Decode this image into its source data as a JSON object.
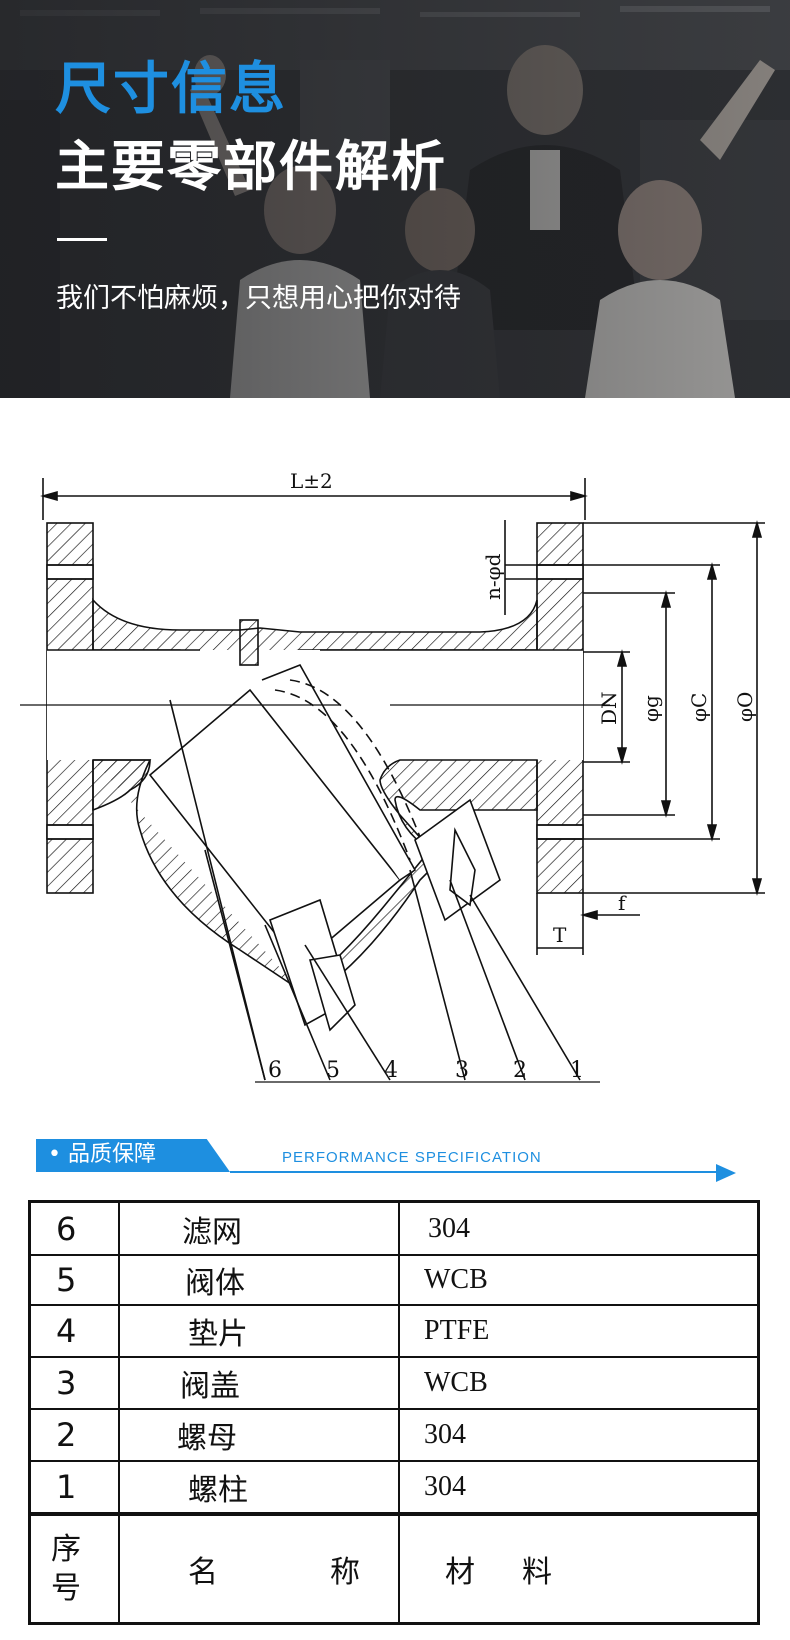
{
  "banner": {
    "title_blue": "尺寸信息",
    "title_white": "主要零部件解析",
    "subtitle": "我们不怕麻烦，只想用心把你对待"
  },
  "drawing": {
    "dim_length": "L±2",
    "dim_bolt_holes": "n-φd",
    "dim_dn": "DN",
    "dim_g": "φg",
    "dim_c": "φC",
    "dim_o": "φO",
    "dim_f": "f",
    "dim_t": "T",
    "part_labels": [
      "6",
      "5",
      "4",
      "3",
      "2",
      "1"
    ]
  },
  "section": {
    "badge": "• 品质保障",
    "english": "PERFORMANCE SPECIFICATION"
  },
  "parts_table": {
    "rows": [
      {
        "no": "6",
        "name": "滤网",
        "material": "304"
      },
      {
        "no": "5",
        "name": "阀体",
        "material": "WCB"
      },
      {
        "no": "4",
        "name": "垫片",
        "material": "PTFE"
      },
      {
        "no": "3",
        "name": "阀盖",
        "material": "WCB"
      },
      {
        "no": "2",
        "name": "螺母",
        "material": "304"
      },
      {
        "no": "1",
        "name": "螺柱",
        "material": "304"
      }
    ],
    "header": {
      "no_line1": "序",
      "no_line2": "号",
      "name_a": "名",
      "name_b": "称",
      "material_a": "材",
      "material_b": "料"
    }
  },
  "colors": {
    "accent": "#1e8fe0",
    "banner_dark": "#2e3034",
    "line": "#111111"
  }
}
